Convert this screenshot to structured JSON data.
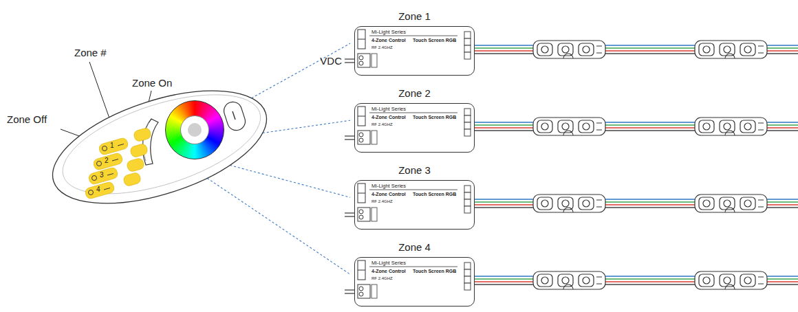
{
  "diagram": {
    "nodes": [
      {
        "text": [
          "1",
          "2",
          "3",
          "4"
        ]
      },
      {
        "text": [
          "Zone 1",
          "Mi-Light Series",
          "4-Zone Control",
          "Touch Screen RGB",
          "RF 2.4GHZ"
        ]
      },
      {
        "text": [
          "Zone 2",
          "Mi-Light Series",
          "4-Zone Control",
          "Touch Screen RGB",
          "RF 2.4GHZ"
        ]
      },
      {
        "text": [
          "Zone 3",
          "Mi-Light Series",
          "4-Zone Control",
          "Touch Screen RGB",
          "RF 2.4GHZ"
        ]
      },
      {
        "text": [
          "Zone 4",
          "Mi-Light Series",
          "4-Zone Control",
          "Touch Screen RGB",
          "RF 2.4GHZ"
        ]
      }
    ],
    "edges": [
      {
        "from": 0,
        "to": 1,
        "arrow": "none"
      },
      {
        "from": 0,
        "to": 2,
        "arrow": "none"
      },
      {
        "from": 0,
        "to": 3,
        "arrow": "none"
      },
      {
        "from": 0,
        "to": 4,
        "arrow": "none"
      }
    ],
    "labels": [
      "Zone #",
      "Zone On",
      "Zone Off",
      "VDC"
    ]
  }
}
